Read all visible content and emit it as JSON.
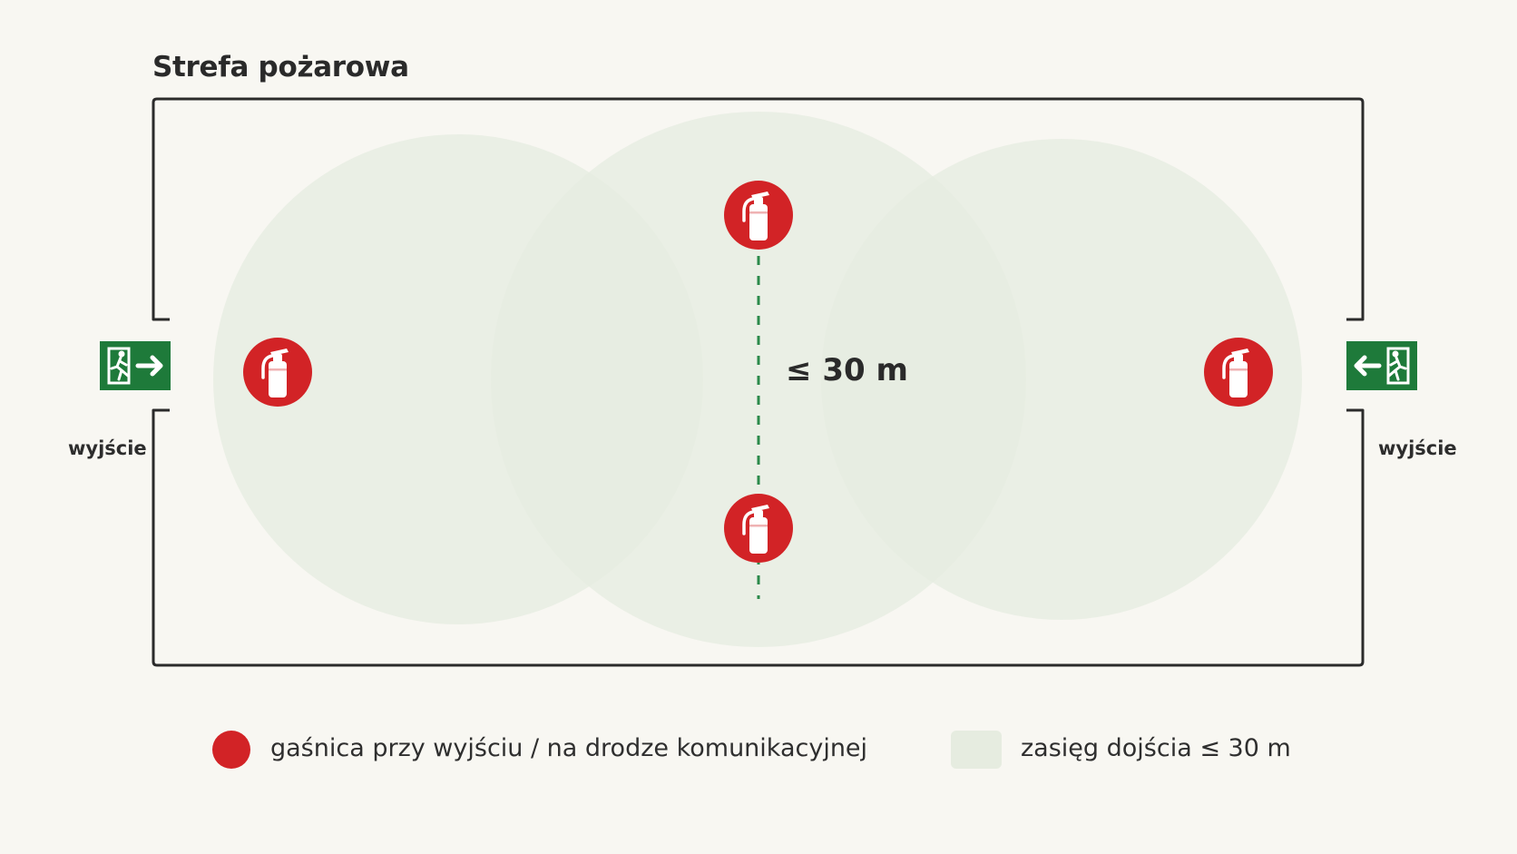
{
  "title": "Strefa pożarowa",
  "exits": {
    "left_label": "wyjście",
    "right_label": "wyjście"
  },
  "distance_label": "≤ 30 m",
  "icons": {
    "extinguisher": "fire-extinguisher-icon",
    "exit_sign": "emergency-exit-sign-icon"
  },
  "legend": {
    "extinguisher_label": "gaśnica przy wyjściu / na drodze komunikacyjnej",
    "zone_label": "zasięg dojścia ≤ 30 m"
  },
  "colors": {
    "extinguisher_red": "#d22326",
    "zone_green": "#e8ede2",
    "exit_green": "#1e7a3a",
    "wall": "#2b2b2b",
    "dashed_line": "#2b8a4a"
  }
}
